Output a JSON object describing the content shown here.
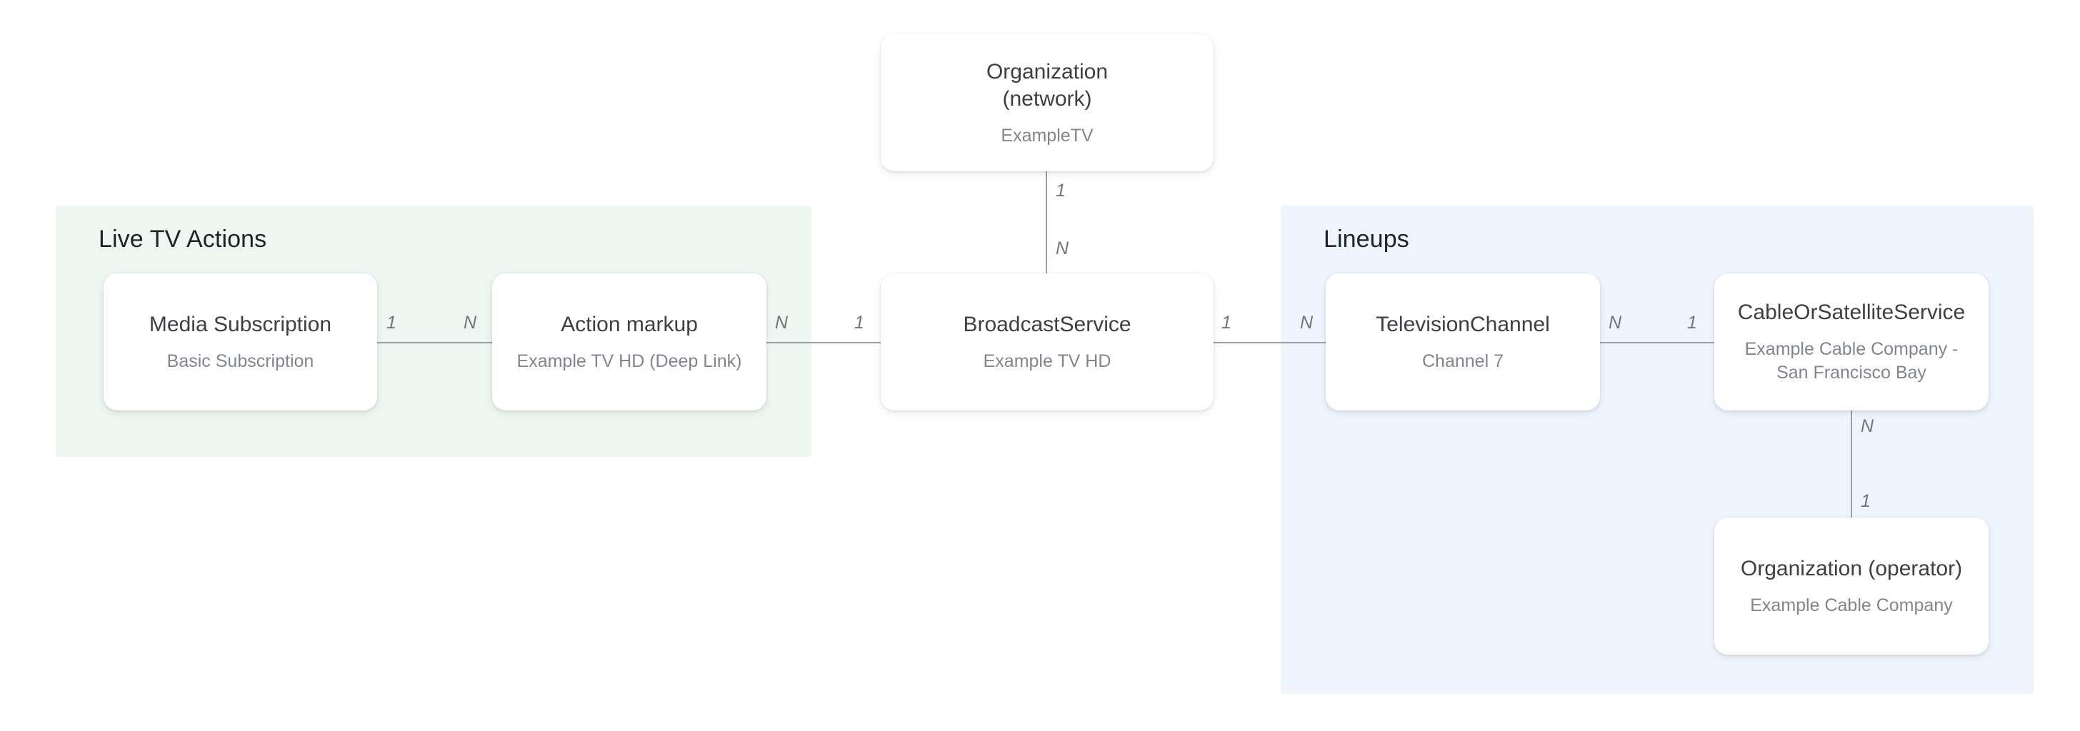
{
  "diagram": {
    "type": "entity-relationship",
    "groups": [
      {
        "id": "live-tv-actions",
        "title": "Live TV Actions",
        "color": "#edf6f1"
      },
      {
        "id": "lineups",
        "title": "Lineups",
        "color": "#eff4fd"
      }
    ],
    "nodes": [
      {
        "id": "org-network",
        "title": "Organization\n(network)",
        "subtitle": "ExampleTV"
      },
      {
        "id": "media-sub",
        "title": "Media Subscription",
        "subtitle": "Basic Subscription"
      },
      {
        "id": "action-markup",
        "title": "Action markup",
        "subtitle": "Example TV HD (Deep Link)"
      },
      {
        "id": "broadcast",
        "title": "BroadcastService",
        "subtitle": "Example TV HD"
      },
      {
        "id": "tv-channel",
        "title": "TelevisionChannel",
        "subtitle": "Channel 7"
      },
      {
        "id": "cable-sat",
        "title": "CableOrSatelliteService",
        "subtitle": "Example Cable Company -\nSan Francisco Bay"
      },
      {
        "id": "org-operator",
        "title": "Organization (operator)",
        "subtitle": "Example Cable Company"
      }
    ],
    "edges": [
      {
        "id": "org-network--broadcast",
        "from": "org-network",
        "to": "broadcast",
        "from_cardinality": "1",
        "to_cardinality": "N",
        "orientation": "vertical"
      },
      {
        "id": "media-sub--action-markup",
        "from": "media-sub",
        "to": "action-markup",
        "from_cardinality": "1",
        "to_cardinality": "N",
        "orientation": "horizontal"
      },
      {
        "id": "action-markup--broadcast",
        "from": "action-markup",
        "to": "broadcast",
        "from_cardinality": "N",
        "to_cardinality": "1",
        "orientation": "horizontal"
      },
      {
        "id": "broadcast--tv-channel",
        "from": "broadcast",
        "to": "tv-channel",
        "from_cardinality": "1",
        "to_cardinality": "N",
        "orientation": "horizontal"
      },
      {
        "id": "tv-channel--cable-sat",
        "from": "tv-channel",
        "to": "cable-sat",
        "from_cardinality": "N",
        "to_cardinality": "1",
        "orientation": "horizontal"
      },
      {
        "id": "cable-sat--org-operator",
        "from": "cable-sat",
        "to": "org-operator",
        "from_cardinality": "N",
        "to_cardinality": "1",
        "orientation": "vertical"
      }
    ],
    "colors": {
      "background": "#ffffff",
      "card_background": "#ffffff",
      "node_title": "#3c4043",
      "node_subtitle": "#80868b",
      "group_title": "#1f2326",
      "edge_line": "#9aa0a6",
      "cardinality_label": "#70757a"
    }
  }
}
